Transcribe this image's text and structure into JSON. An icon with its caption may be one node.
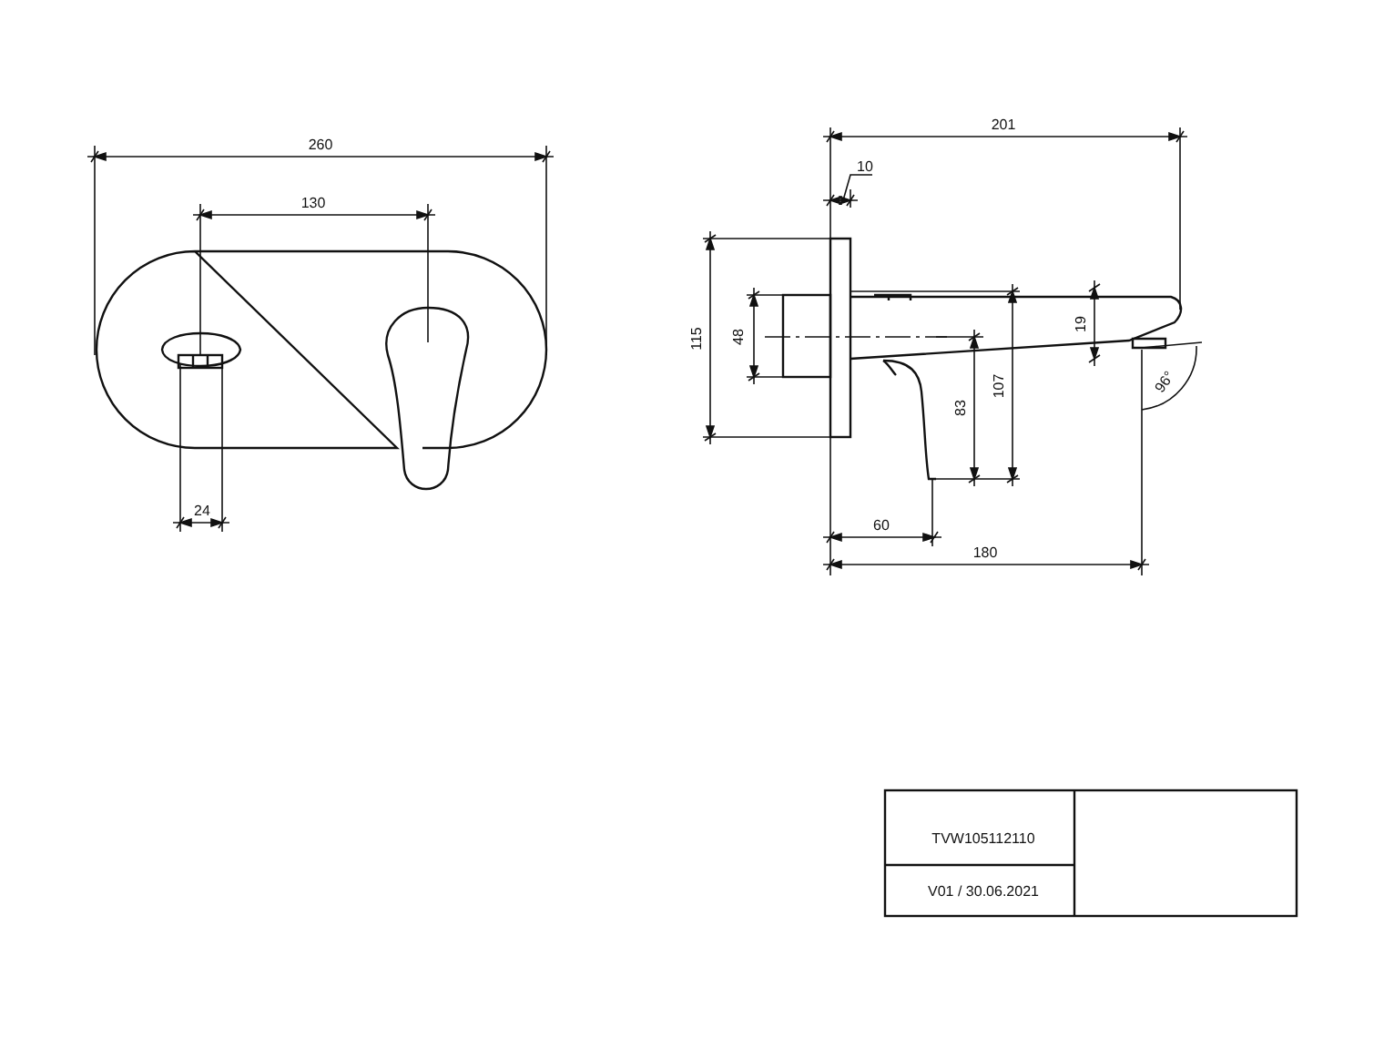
{
  "diagram": {
    "labels": [
      "260",
      "130",
      "24",
      "201",
      "10",
      "115",
      "48",
      "19",
      "107",
      "83",
      "96°",
      "60",
      "180",
      "TVW105112110",
      "V01 / 30.06.2021"
    ]
  }
}
